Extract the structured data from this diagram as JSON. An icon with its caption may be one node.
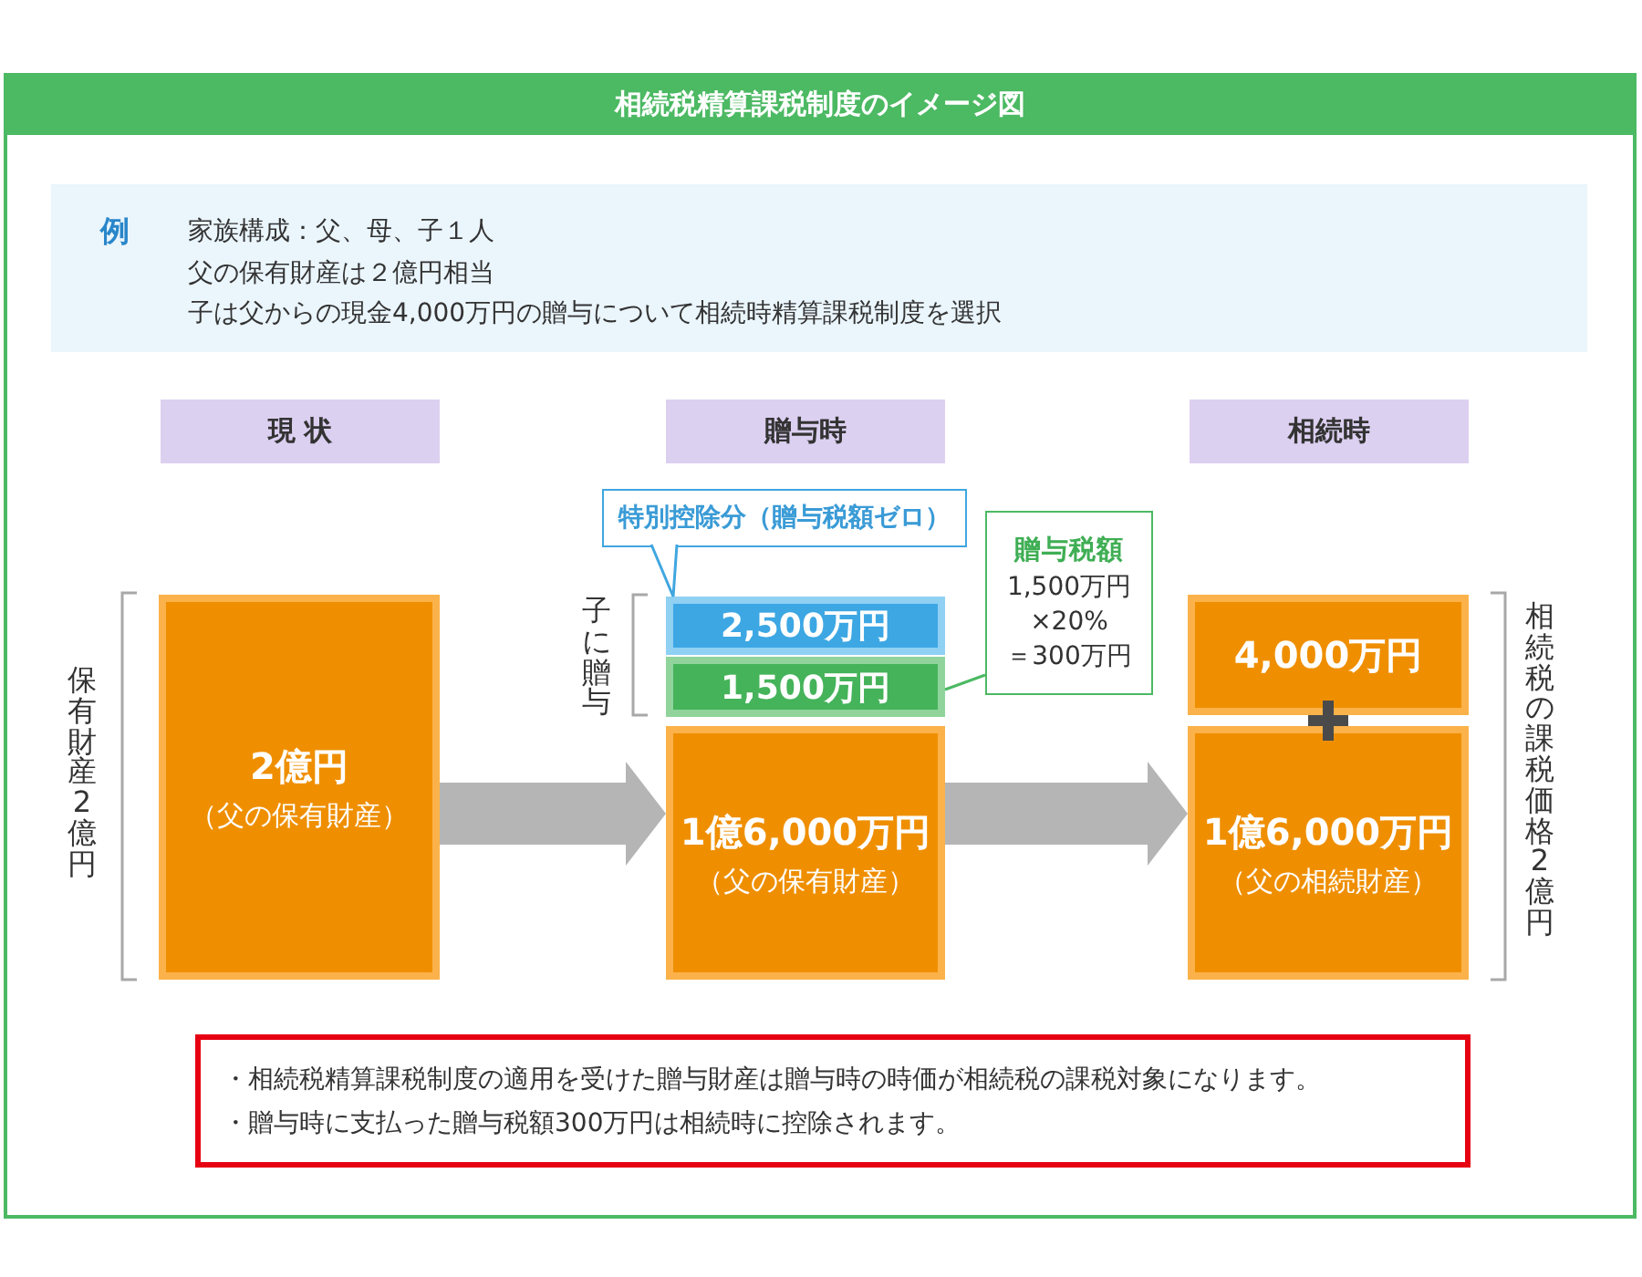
{
  "diagram": {
    "title": "相続税精算課税制度のイメージ図",
    "nodes": [
      {
        "text": [
          "例",
          "家族構成：父、母、子１人",
          "父の保有財産は２億円相当",
          "子は父からの現金4,000万円の贈与について相続時精算課税制度を選択"
        ]
      },
      {
        "text": [
          "現 状"
        ]
      },
      {
        "text": [
          "贈与時"
        ]
      },
      {
        "text": [
          "相続時"
        ]
      },
      {
        "text": [
          "特別控除分（贈与税額ゼロ）"
        ]
      },
      {
        "text": [
          "贈与税額",
          "1,500万円 ×20% ＝300万円"
        ]
      },
      {
        "text": [
          "2億円",
          "（父の保有財産）"
        ]
      },
      {
        "text": [
          "2,500万円"
        ]
      },
      {
        "text": [
          "1,500万円"
        ]
      },
      {
        "text": [
          "4,000万円"
        ]
      },
      {
        "text": [
          "1億6,000万円",
          "（父の保有財産）"
        ]
      },
      {
        "text": [
          "1億6,000万円",
          "（父の相続財産）"
        ]
      },
      {
        "text": [
          "・相続税精算課税制度の適用を受けた贈与財産は贈与時の時価が相続税の課税対象になります。",
          "・贈与時に支払った贈与税額300万円は相続時に控除されます。"
        ]
      }
    ],
    "edges": [
      {
        "from": 4,
        "to": 7,
        "arrow": "none",
        "color": "#40a6e0"
      },
      {
        "from": 5,
        "to": 8,
        "arrow": "none",
        "color": "#4cb963"
      },
      {
        "from": 6,
        "to": 10,
        "arrow": "to",
        "style": "thick"
      },
      {
        "from": 10,
        "to": 11,
        "arrow": "to",
        "style": "thick"
      }
    ],
    "labels": [
      "保有財産　2億円",
      "子に贈与",
      "相続税の課税価格　2億円"
    ]
  }
}
